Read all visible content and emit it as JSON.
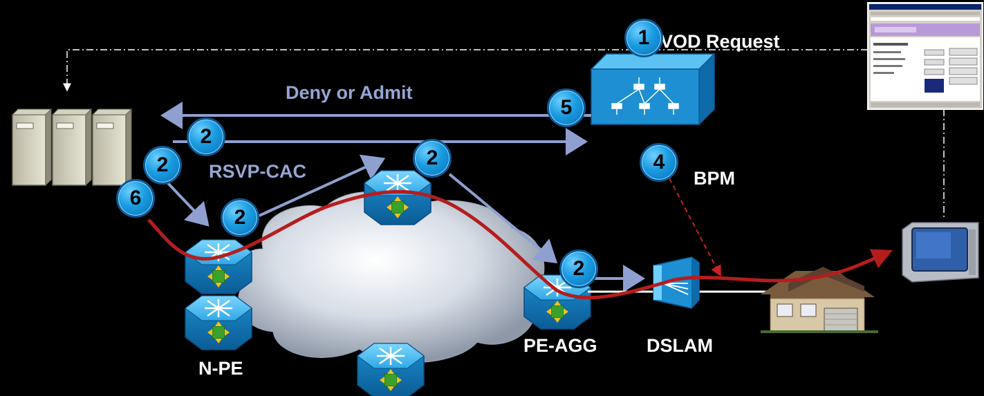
{
  "labels": {
    "vod_request": "VOD Request",
    "deny_or_admit": "Deny or Admit",
    "rsvp_cac": "RSVP-CAC",
    "bpm": "BPM",
    "n_pe": "N-PE",
    "pe_agg": "PE-AGG",
    "dslam": "DSLAM"
  },
  "steps": {
    "s1": "1",
    "s2": "2",
    "s4": "4",
    "s5": "5",
    "s6": "6"
  },
  "colors": {
    "background": "#000000",
    "flow_arrow": "#8fa0d0",
    "video_path": "#b51d1d",
    "signal_dashed": "#ffffff",
    "bpm_dashed": "#cc1f1f",
    "badge": "#1a9be0"
  },
  "icons": [
    "server-icon",
    "policy-server-icon",
    "router-icon",
    "cloud-icon",
    "dslam-icon",
    "house-icon",
    "tv-icon",
    "browser-window-icon"
  ]
}
